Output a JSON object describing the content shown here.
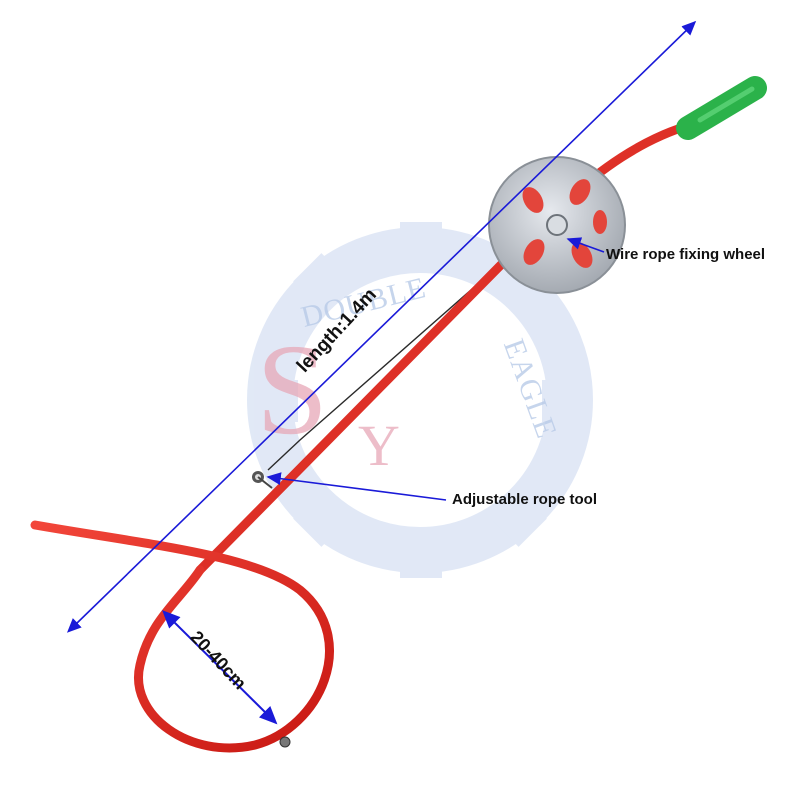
{
  "annotations": {
    "wheel_label": "Wire rope fixing wheel",
    "rope_tool_label": "Adjustable rope tool",
    "length_label": "length:1.4m",
    "diameter_label": "20-40cm"
  },
  "watermark": {
    "text_1": "DOUBLE",
    "text_2": "EAGLE",
    "monogram_1": "S",
    "monogram_2": "Y"
  },
  "colors": {
    "pole_red": "#e8261e",
    "grip_green": "#2bb24a",
    "wheel_silver": "#c8ccd2",
    "arrow_blue": "#1a1ad8",
    "watermark_blue": "#b9cbe8",
    "watermark_pink": "#e7a8b8"
  }
}
